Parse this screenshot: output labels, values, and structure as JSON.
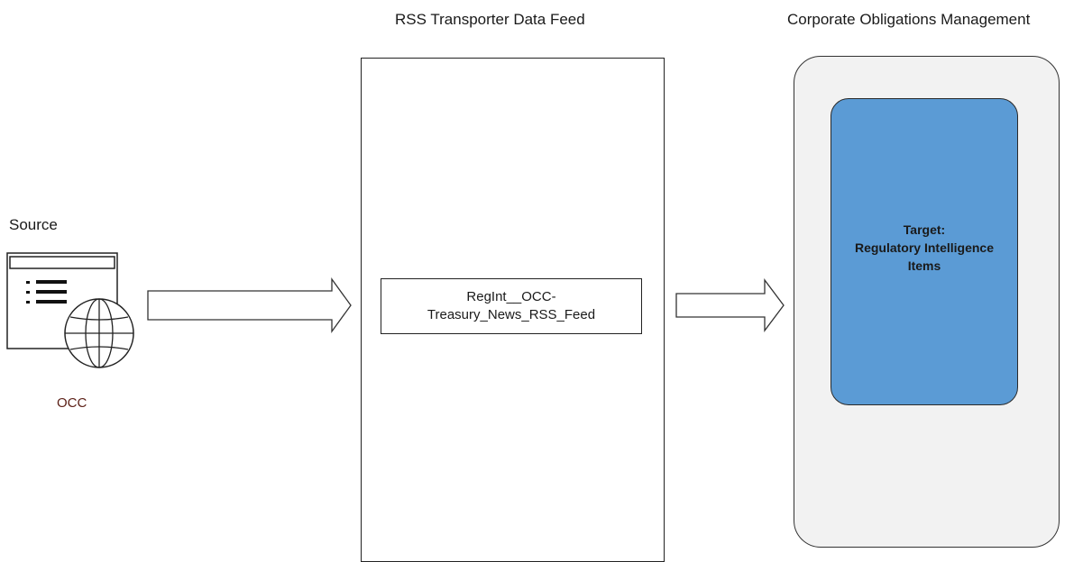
{
  "headers": {
    "feed_title": "RSS Transporter Data Feed",
    "com_title": "Corporate Obligations Management"
  },
  "source": {
    "label": "Source",
    "name": "OCC",
    "icon": "web-page-globe-icon"
  },
  "feed": {
    "item_line1": "RegInt__OCC-",
    "item_line2": "Treasury_News_RSS_Feed"
  },
  "target": {
    "line1": "Target:",
    "line2": "Regulatory Intelligence",
    "line3": "Items"
  },
  "colors": {
    "target_fill": "#5b9bd5",
    "com_fill": "#f2f2f2",
    "source_name_color": "#5b1f16"
  }
}
